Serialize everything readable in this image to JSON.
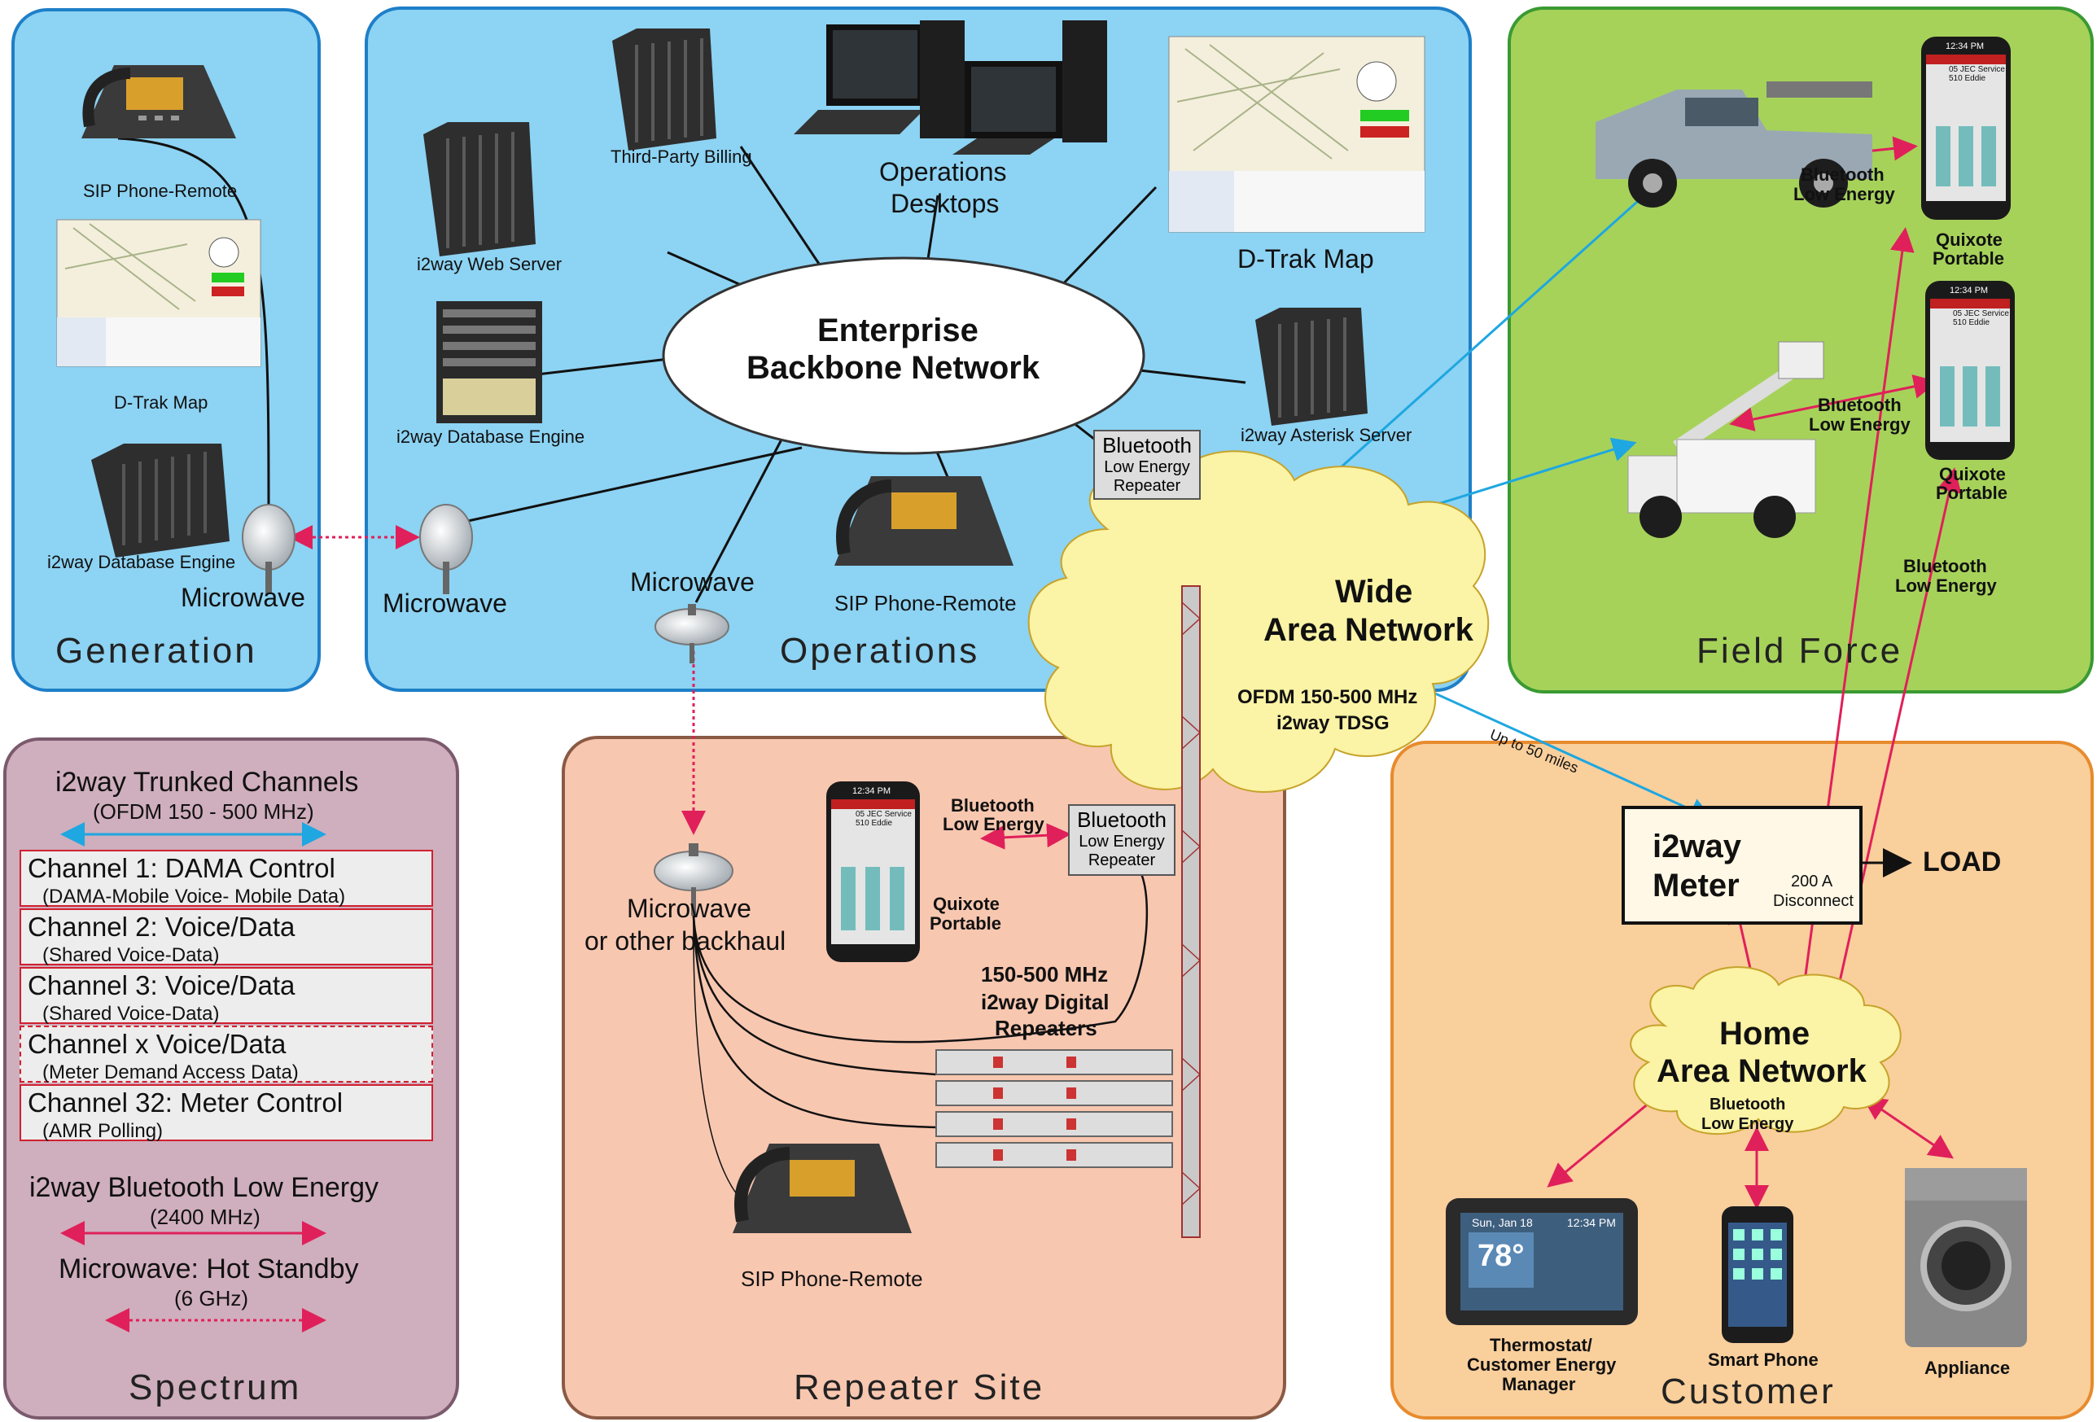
{
  "zones": {
    "generation": "Generation",
    "operations": "Operations",
    "field_force": "Field Force",
    "spectrum": "Spectrum",
    "repeater_site": "Repeater Site",
    "customer": "Customer"
  },
  "generation": {
    "sip_phone": "SIP Phone-Remote",
    "dtrak_map": "D-Trak Map",
    "db_engine": "i2way Database Engine",
    "microwave": "Microwave"
  },
  "operations": {
    "third_party_billing": "Third-Party Billing",
    "desktops_line1": "Operations",
    "desktops_line2": "Desktops",
    "web_server": "i2way Web Server",
    "dtrak_map": "D-Trak Map",
    "db_engine": "i2way Database Engine",
    "asterisk_server": "i2way Asterisk Server",
    "backbone_line1": "Enterprise",
    "backbone_line2": "Backbone Network",
    "ble_repeater_line1": "Bluetooth",
    "ble_repeater_line2": "Low Energy",
    "ble_repeater_line3": "Repeater",
    "microwave_left": "Microwave",
    "microwave_bottom": "Microwave",
    "sip_phone": "SIP Phone-Remote"
  },
  "wan": {
    "title_line1": "Wide",
    "title_line2": "Area Network",
    "ofdm_line1": "OFDM 150-500 MHz",
    "ofdm_line2": "i2way TDSG",
    "range": "Up to 50 miles"
  },
  "field_force": {
    "ble_top_line1": "Bluetooth",
    "ble_top_line2": "Low Energy",
    "portable_top_line1": "Quixote",
    "portable_top_line2": "Portable",
    "ble_mid_line1": "Bluetooth",
    "ble_mid_line2": "Low Energy",
    "portable_mid_line1": "Quixote",
    "portable_mid_line2": "Portable",
    "ble_low_line1": "Bluetooth",
    "ble_low_line2": "Low Energy"
  },
  "phone_screen": {
    "time": "12:34 PM",
    "line1": "05 JEC Service",
    "line2": "510 Eddie"
  },
  "spectrum": {
    "trunked_title": "i2way Trunked Channels",
    "trunked_sub": "(OFDM 150 - 500 MHz)",
    "channels": [
      {
        "name": "Channel 1: DAMA Control",
        "desc": "(DAMA-Mobile Voice- Mobile Data)"
      },
      {
        "name": "Channel 2: Voice/Data",
        "desc": "(Shared Voice-Data)"
      },
      {
        "name": "Channel 3: Voice/Data",
        "desc": "(Shared Voice-Data)"
      },
      {
        "name": "Channel x Voice/Data",
        "desc": "(Meter Demand Access Data)"
      },
      {
        "name": "Channel 32: Meter Control",
        "desc": "(AMR Polling)"
      }
    ],
    "ble_title": "i2way Bluetooth Low Energy",
    "ble_sub": "(2400 MHz)",
    "mw_title": "Microwave: Hot Standby",
    "mw_sub": "(6 GHz)"
  },
  "repeater": {
    "ble_line1": "Bluetooth",
    "ble_line2": "Low Energy",
    "ble_repeater_line1": "Bluetooth",
    "ble_repeater_line2": "Low Energy",
    "ble_repeater_line3": "Repeater",
    "portable_line1": "Quixote",
    "portable_line2": "Portable",
    "microwave_line1": "Microwave",
    "microwave_line2": "or other backhaul",
    "repeaters_line1": "150-500 MHz",
    "repeaters_line2": "i2way Digital",
    "repeaters_line3": "Repeaters",
    "sip_phone": "SIP Phone-Remote"
  },
  "customer": {
    "meter_line1": "i2way",
    "meter_line2": "Meter",
    "disconnect_line1": "200 A",
    "disconnect_line2": "Disconnect",
    "load": "LOAD",
    "han_line1": "Home",
    "han_line2": "Area Network",
    "han_ble_line1": "Bluetooth",
    "han_ble_line2": "Low Energy",
    "thermostat_line1": "Thermostat/",
    "thermostat_line2": "Customer Energy",
    "thermostat_line3": "Manager",
    "thermostat_temp": "78°",
    "thermostat_date": "Sun, Jan 18",
    "thermostat_time": "12:34 PM",
    "smart_phone": "Smart Phone",
    "appliance": "Appliance"
  },
  "colors": {
    "generation_bg": "#8dd3f3",
    "operations_bg": "#8dd3f3",
    "zone_border_blue": "#1e7fc8",
    "field_bg": "#a6d25a",
    "field_border": "#3a9a32",
    "spectrum_bg": "#cfaebd",
    "spectrum_border": "#7a5a6c",
    "repeater_bg": "#f8c7b0",
    "repeater_border": "#8a5a44",
    "customer_bg": "#f9cf9c",
    "customer_border": "#e78b2e",
    "cloud_yellow": "#fbf3a5",
    "link_red": "#e0205a",
    "link_blue": "#1ea7e1"
  }
}
